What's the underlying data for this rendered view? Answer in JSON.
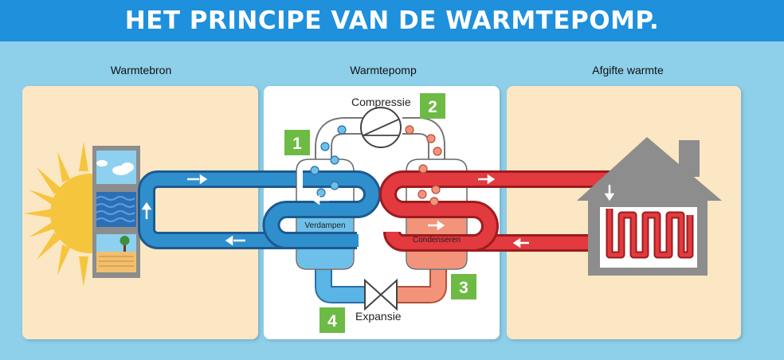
{
  "title": "HET PRINCIPE VAN DE WARMTEPOMP.",
  "sections": {
    "source": "Warmtebron",
    "pump": "Warmtepomp",
    "output": "Afgifte warmte"
  },
  "steps": {
    "step1": "1",
    "step2": "2",
    "step3": "3",
    "step4": "4"
  },
  "labels": {
    "compression": "Compressie",
    "expansion": "Expansie",
    "evaporate": "Verdampen",
    "condense": "Condenseren"
  },
  "colors": {
    "cold": "#2f8fcd",
    "hot": "#e23a3e",
    "step_badge": "#6dbb45",
    "panel_warm": "#fbe7c4",
    "title_bar": "#1e90dc"
  }
}
